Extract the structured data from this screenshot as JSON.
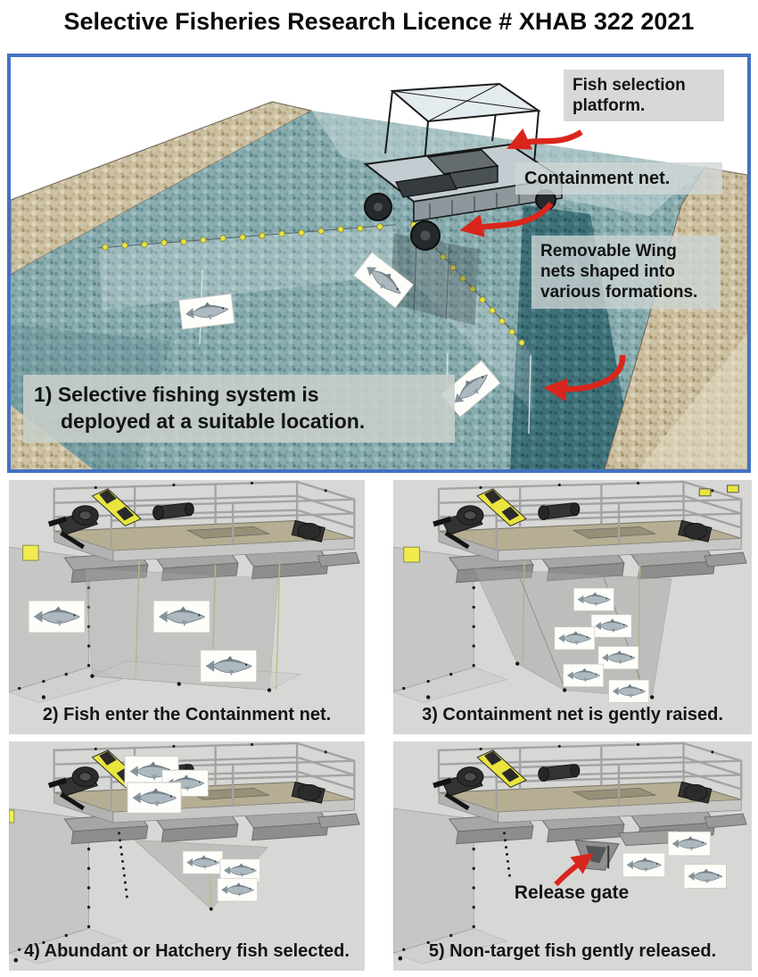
{
  "title": "Selective Fisheries Research Licence # XHAB 322 2021",
  "diagram": {
    "step1": {
      "label_platform": "Fish selection platform.",
      "label_containment": "Containment net.",
      "label_wing_nets": "Removable Wing nets shaped into various formations.",
      "caption_line1": "1) Selective fishing system is",
      "caption_line2": "deployed at a suitable location."
    },
    "steps": [
      {
        "caption": "2) Fish enter the Containment net."
      },
      {
        "caption": "3) Containment net is gently raised."
      },
      {
        "caption": "4) Abundant or Hatchery fish selected."
      },
      {
        "caption": "5) Non-target fish gently released.",
        "release_gate": "Release gate"
      }
    ]
  },
  "colors": {
    "panel1_border": "#4472c4",
    "arrow_red": "#d9261c",
    "float_yellow": "#e9e43e",
    "water_teal": "#86aaad",
    "channel_dark_teal": "#3c6f77",
    "gravel_tan": "#cdc1a3",
    "step_panel_grey": "#d7d7d5",
    "label_grey": "#d9d9d9",
    "deck_tan": "#b6ae93"
  }
}
